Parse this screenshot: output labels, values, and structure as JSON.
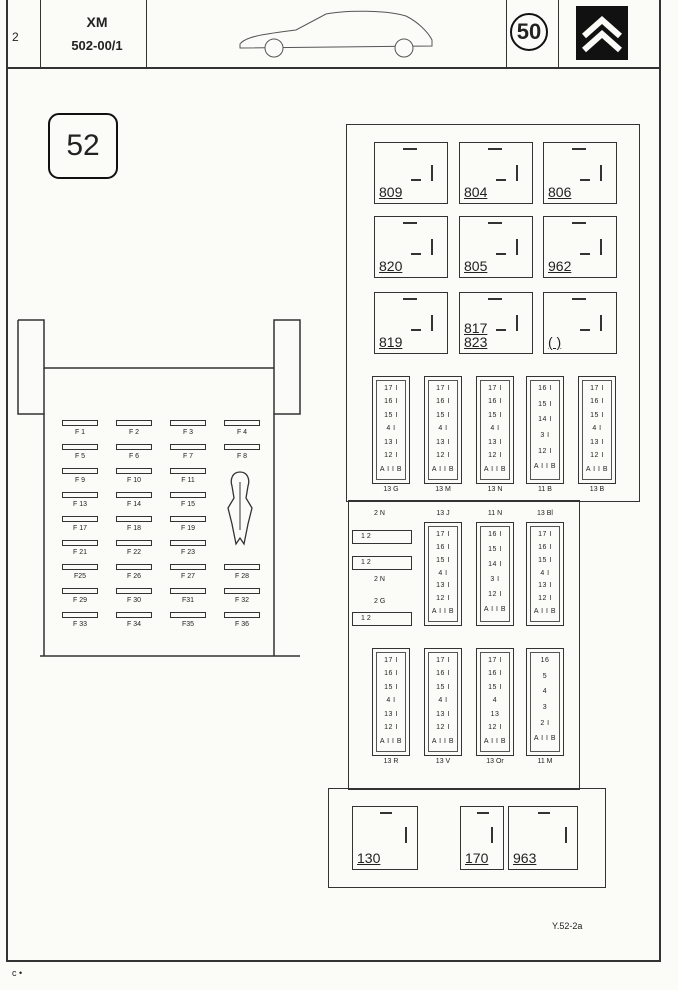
{
  "header": {
    "page_number": "2",
    "model": "XM",
    "reference": "502-00/1",
    "section_number": "50"
  },
  "badge": "52",
  "relays_top": [
    {
      "label": "809"
    },
    {
      "label": "804"
    },
    {
      "label": "806"
    },
    {
      "label": "820"
    },
    {
      "label": "805"
    },
    {
      "label": "962"
    },
    {
      "label": "819"
    },
    {
      "label": "817",
      "label2": "823"
    },
    {
      "label": "( )"
    }
  ],
  "relays_bottom": [
    {
      "label": "130"
    },
    {
      "label": "170"
    },
    {
      "label": "963"
    }
  ],
  "fuses": [
    "F 1",
    "F 2",
    "F 3",
    "F 4",
    "F 5",
    "F 6",
    "F 7",
    "F 8",
    "F 9",
    "F 10",
    "F 11",
    "F 13",
    "F 14",
    "F 15",
    "F 17",
    "F 18",
    "F 19",
    "F 21",
    "F 22",
    "F 23",
    "F25",
    "F 26",
    "F 27",
    "F 28",
    "F 29",
    "F 30",
    "F31",
    "F 32",
    "F 33",
    "F 34",
    "F35",
    "F 36"
  ],
  "connectors_row1": [
    {
      "name": "13 G",
      "pins": [
        "17 I",
        "16 I",
        "15 I",
        "4 I",
        "13 I",
        "12 I",
        "A I I B"
      ]
    },
    {
      "name": "13 M",
      "pins": [
        "17 I",
        "16 I",
        "15 I",
        "4 I",
        "13 I",
        "12 I",
        "A I I B"
      ]
    },
    {
      "name": "13 N",
      "pins": [
        "17 I",
        "16 I",
        "15 I",
        "4 I",
        "13 I",
        "12 I",
        "A I I B"
      ]
    },
    {
      "name": "11 B",
      "pins": [
        "16 I",
        "15 I",
        "14 I",
        "3 I",
        "12 I",
        "A I I B"
      ]
    },
    {
      "name": "13 B",
      "pins": [
        "17 I",
        "16 I",
        "15 I",
        "4 I",
        "13 I",
        "12 I",
        "A I I B"
      ]
    }
  ],
  "connectors_row2": [
    {
      "name": "13 J",
      "pins": [
        "17 I",
        "16 I",
        "15 I",
        "4 I",
        "13 I",
        "12 I",
        "A I I B"
      ]
    },
    {
      "name": "11 N",
      "pins": [
        "16 I",
        "15 I",
        "14 I",
        "3 I",
        "12 I",
        "A I I B"
      ]
    },
    {
      "name": "13 Bl",
      "pins": [
        "17 I",
        "16 I",
        "15 I",
        "4 I",
        "13 I",
        "12 I",
        "A I I B"
      ]
    }
  ],
  "small_connectors": [
    {
      "name": "2 N",
      "pins": "1    2"
    },
    {
      "name": "2 N",
      "pins": "1    2"
    },
    {
      "name": "2 G",
      "pins": "1    2"
    }
  ],
  "connectors_row3": [
    {
      "name": "13 R",
      "pins": [
        "17 I",
        "16 I",
        "15 I",
        "4 I",
        "13 I",
        "12 I",
        "A I I B"
      ]
    },
    {
      "name": "13 V",
      "pins": [
        "17 I",
        "16 I",
        "15 I",
        "4 I",
        "13 I",
        "12 I",
        "A I I B"
      ]
    },
    {
      "name": "13 Or",
      "pins": [
        "17 I",
        "16 I",
        "15 I",
        "4",
        "13",
        "12 I",
        "A I I B"
      ]
    },
    {
      "name": "11 M",
      "pins": [
        "16",
        "5",
        "4",
        "3",
        "2 I",
        "A I I B"
      ]
    }
  ],
  "figure_ref": "Y.52-2a",
  "footer": "c •"
}
